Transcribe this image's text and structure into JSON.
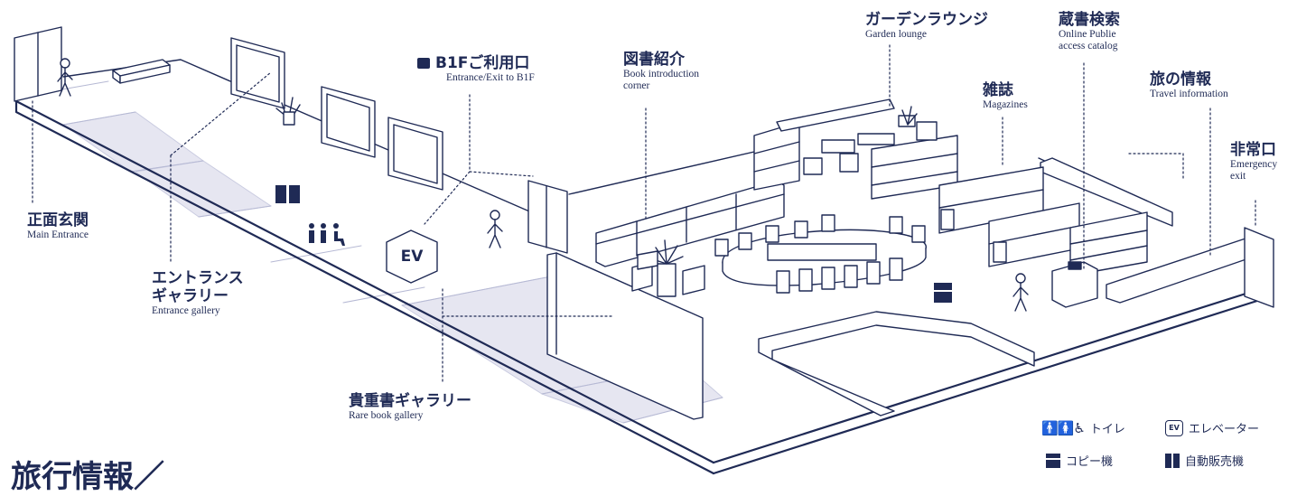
{
  "labels": {
    "main_entrance": {
      "jp": "正面玄関",
      "en": "Main Entrance"
    },
    "entrance_gallery": {
      "jp1": "エントランス",
      "jp2": "ギャラリー",
      "en": "Entrance gallery"
    },
    "b1f": {
      "jp": "B1Fご利用口",
      "en": "Entrance/Exit to B1F"
    },
    "book_intro": {
      "jp": "図書紹介",
      "en1": "Book introduction",
      "en2": "corner"
    },
    "garden": {
      "jp": "ガーデンラウンジ",
      "en": "Garden lounge"
    },
    "opac": {
      "jp": "蔵書検索",
      "en1": "Online Publie",
      "en2": "access catalog"
    },
    "magazines": {
      "jp": "雑誌",
      "en": "Magazines"
    },
    "travel": {
      "jp": "旅の情報",
      "en": "Travel information"
    },
    "emergency": {
      "jp": "非常口",
      "en1": "Emergency",
      "en2": "exit"
    },
    "rare_book": {
      "jp": "貴重書ギャラリー",
      "en": "Rare book gallery"
    }
  },
  "elevator_badge": "EV",
  "legend": {
    "toilet": "トイレ",
    "elevator": "エレベーター",
    "elevator_badge": "EV",
    "copy": "コピー機",
    "vending": "自動販売機"
  },
  "bottom_title": "旅行情報／",
  "colors": {
    "ink": "#1f2a55",
    "floor_shade": "#e6e6f1",
    "white": "#ffffff"
  }
}
